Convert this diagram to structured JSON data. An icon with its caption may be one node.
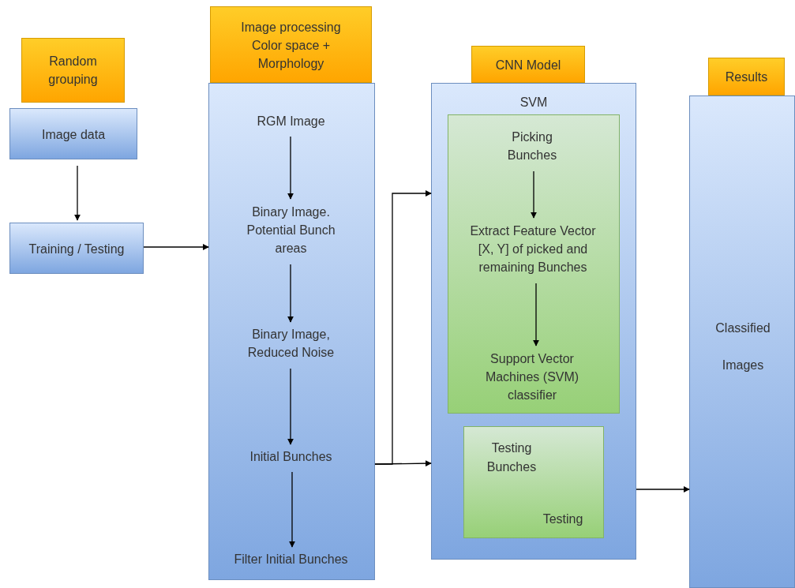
{
  "diagram": {
    "nodes": [
      {
        "text": [
          "Random grouping"
        ]
      },
      {
        "text": [
          "Image data"
        ]
      },
      {
        "text": [
          "Training / Testing"
        ]
      },
      {
        "text": [
          "Image processing Color space + Morphology"
        ]
      },
      {
        "text": [],
        "shape": "box"
      },
      {
        "text": [
          "RGM Image"
        ],
        "in": 4
      },
      {
        "text": [
          "Binary Image. Potential Bunch areas"
        ],
        "in": 4
      },
      {
        "text": [
          "Binary Image, Reduced Noise"
        ],
        "in": 4
      },
      {
        "text": [
          "Initial Bunches"
        ],
        "in": 4
      },
      {
        "text": [
          "Filter Initial Bunches"
        ],
        "in": 4
      },
      {
        "text": [
          "CNN Model"
        ]
      },
      {
        "text": [
          "SVM"
        ]
      },
      {
        "text": [],
        "shape": "box",
        "in": 11
      },
      {
        "text": [
          "Picking Bunches"
        ],
        "in": 12
      },
      {
        "text": [
          "Extract Feature Vector [X, Y] of picked and remaining Bunches"
        ],
        "in": 12
      },
      {
        "text": [
          "Support Vector Machines (SVM) classifier"
        ],
        "in": 12
      },
      {
        "text": [
          "Testing Bunches",
          "Testing"
        ],
        "in": 11
      },
      {
        "text": [
          "Results"
        ]
      },
      {
        "text": [
          "Classified Images"
        ]
      }
    ],
    "edges": [
      {
        "from": 1,
        "to": 2,
        "arrow": "to"
      },
      {
        "from": 2,
        "to": 4,
        "arrow": "to"
      },
      {
        "from": 5,
        "to": 6,
        "arrow": "to"
      },
      {
        "from": 6,
        "to": 7,
        "arrow": "to"
      },
      {
        "from": 7,
        "to": 8,
        "arrow": "to"
      },
      {
        "from": 8,
        "to": 9,
        "arrow": "to"
      },
      {
        "from": 8,
        "to": 11,
        "arrow": "to"
      },
      {
        "from": 8,
        "to": 11,
        "arrow": "to"
      },
      {
        "from": 13,
        "to": 14,
        "arrow": "to"
      },
      {
        "from": 14,
        "to": 15,
        "arrow": "to"
      },
      {
        "from": 11,
        "to": 18,
        "arrow": "to"
      }
    ]
  }
}
